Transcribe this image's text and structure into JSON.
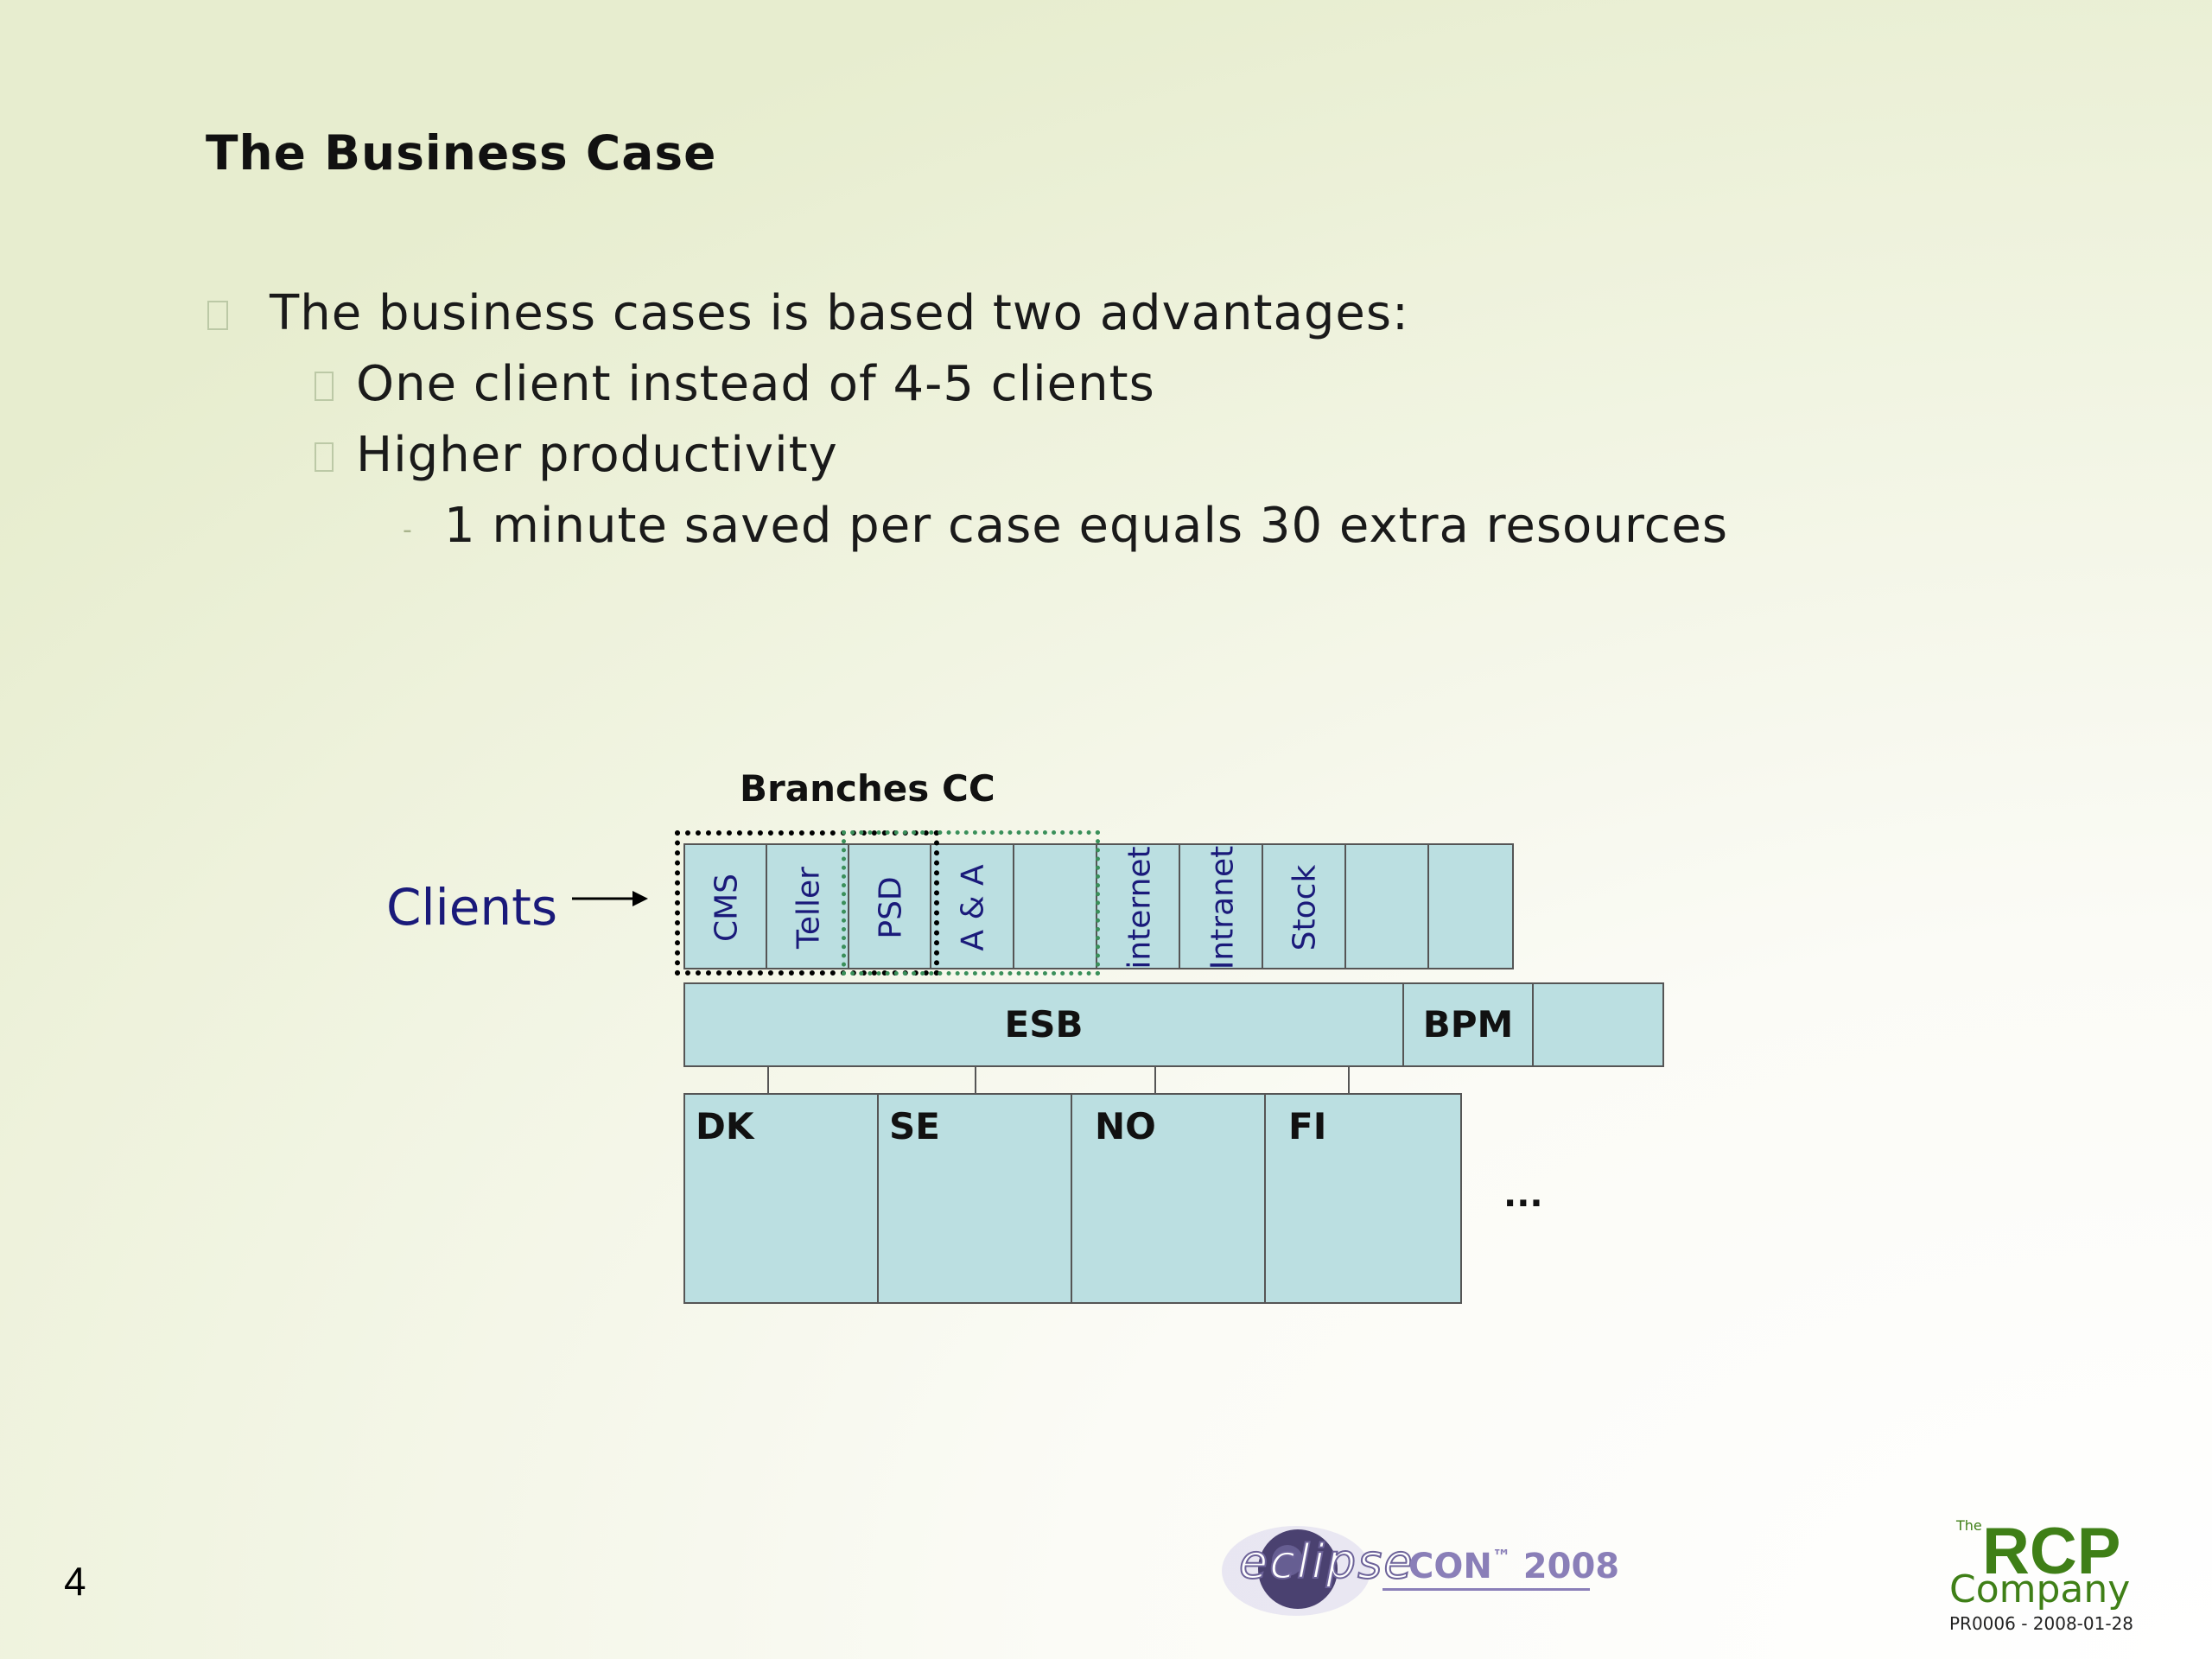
{
  "slide": {
    "title": "The Business Case",
    "page_number": "4",
    "footer_code": "PR0006 - 2008-01-28"
  },
  "bullets": {
    "level1": "The business cases is based two advantages:",
    "level2_a": "One client instead of 4-5 clients",
    "level2_b": "Higher productivity",
    "level3": "1 minute saved per case equals 30 extra resources"
  },
  "diagram": {
    "group_labels": {
      "branches": "Branches",
      "cc": "CC"
    },
    "clients_label": "Clients",
    "client_boxes": [
      "CMS",
      "Teller",
      "PSD",
      "A & A",
      "",
      "internet",
      "Intranet",
      "Stock",
      "",
      ""
    ],
    "esb_label": "ESB",
    "bpm_label": "BPM",
    "countries": [
      "DK",
      "SE",
      "NO",
      "FI"
    ],
    "ellipsis": "..."
  },
  "logos": {
    "eclipsecon": {
      "eclipse": "eclipse",
      "con": "CON",
      "tm": "™",
      "year": "2008"
    },
    "rcp": {
      "the": "The",
      "rcp": "RCP",
      "company": "Company"
    }
  },
  "colors": {
    "box_fill": "#bbdfe1",
    "clients_text": "#1a1a7a",
    "rcp_green": "#3f7f17",
    "eclipsecon_purple": "#8a7fb8",
    "branches_border": "#000000",
    "cc_border": "#3a8f5a"
  }
}
